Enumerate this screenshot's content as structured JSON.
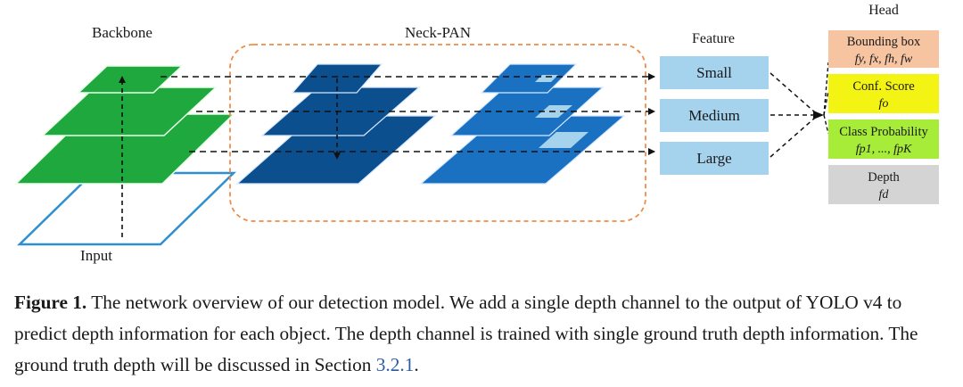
{
  "diagram": {
    "backbone_label": "Backbone",
    "input_label": "Input",
    "neck_label": "Neck-PAN",
    "feature_title": "Feature",
    "head_title": "Head",
    "features": [
      {
        "label": "Small"
      },
      {
        "label": "Medium"
      },
      {
        "label": "Large"
      }
    ],
    "heads": [
      {
        "title": "Bounding box",
        "formula": "fy, fx, fh, fw",
        "color": "#f7c4a1"
      },
      {
        "title": "Conf. Score",
        "formula": "fo",
        "color": "#f3f314"
      },
      {
        "title": "Class Probability",
        "formula": "fp1, ..., fpK",
        "color": "#a6ec39"
      },
      {
        "title": "Depth",
        "formula": "fd",
        "color": "#d4d4d4"
      }
    ],
    "colors": {
      "backbone_green": "#1fa83e",
      "input_outline": "#2f8fd1",
      "neck_dark_blue": "#0c4f8f",
      "neck_mid_blue": "#1a71c1",
      "feature_box": "#a5d2ec",
      "neck_border": "#ef8c4a"
    }
  },
  "caption": {
    "label": "Figure 1.",
    "text": "The network overview of our detection model. We add a single depth channel to the output of YOLO v4 to predict depth information for each object. The depth channel is trained with single ground truth depth information. The ground truth depth will be discussed in Section",
    "section_ref": "3.2.1",
    "end": "."
  }
}
